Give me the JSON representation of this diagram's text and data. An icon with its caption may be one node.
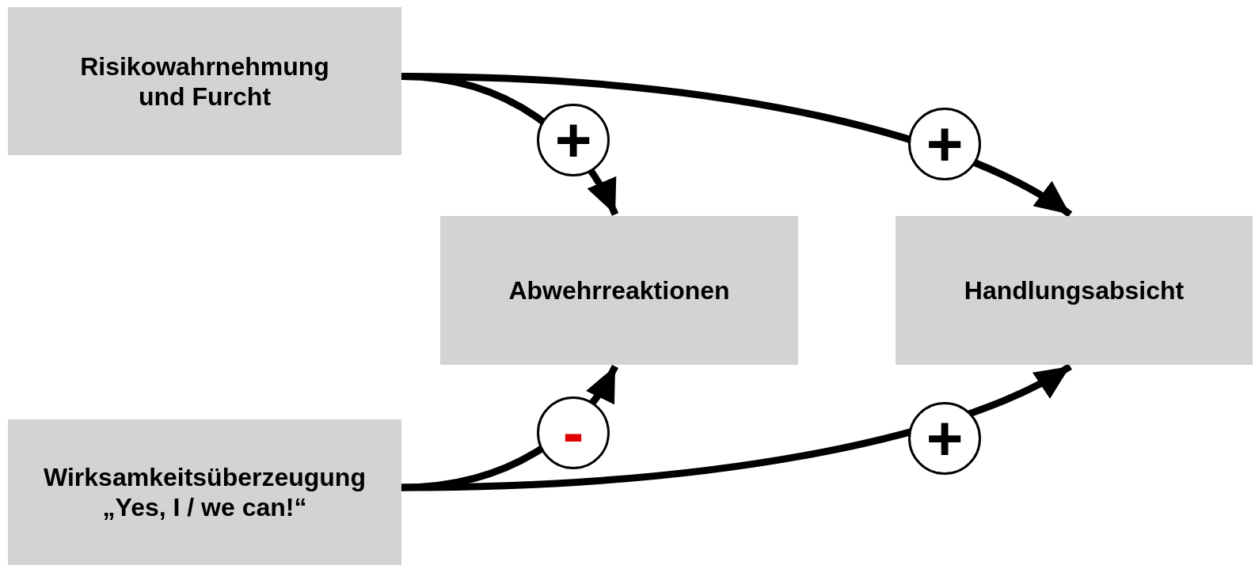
{
  "diagram": {
    "nodes": [
      {
        "text": [
          "Risikowahrnehmung und Furcht"
        ]
      },
      {
        "text": [
          "Abwehrreaktionen"
        ]
      },
      {
        "text": [
          "Handlungsabsicht"
        ]
      },
      {
        "text": [
          "Wirksamkeitsüberzeugung",
          "„Yes, I / we can!“"
        ]
      }
    ],
    "edges": [
      {
        "from": 0,
        "to": 1,
        "arrow": "to",
        "label": "+"
      },
      {
        "from": 0,
        "to": 2,
        "arrow": "to",
        "label": "+"
      },
      {
        "from": 3,
        "to": 1,
        "arrow": "to",
        "label": "-"
      },
      {
        "from": 3,
        "to": 2,
        "arrow": "to",
        "label": "+"
      }
    ]
  }
}
